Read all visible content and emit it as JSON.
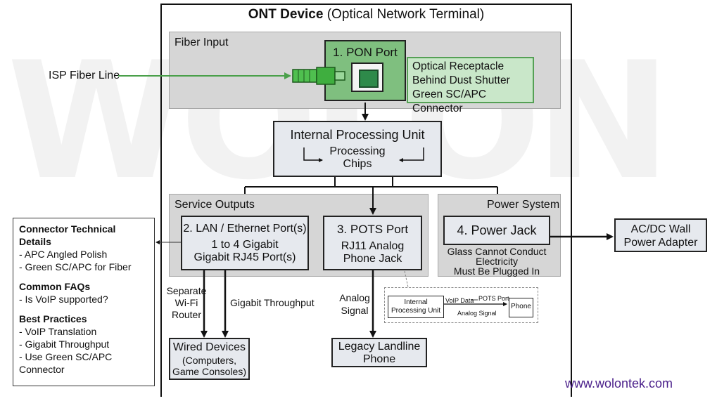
{
  "watermark": "WOLON",
  "title": {
    "bold": "ONT Device",
    "rest": " (Optical Network Terminal)"
  },
  "isp_label": "ISP Fiber Line",
  "fiber_input": {
    "label": "Fiber Input",
    "pon_port": "1. PON Port",
    "notes": [
      "Optical Receptacle",
      "Behind Dust Shutter",
      "Green SC/APC Connector"
    ]
  },
  "processing": {
    "title": "Internal Processing Unit",
    "sub": [
      "Processing",
      "Chips"
    ]
  },
  "service_outputs": {
    "label": "Service Outputs",
    "lan": {
      "title": "2. LAN / Ethernet Port(s)",
      "lines": [
        "1 to 4 Gigabit",
        "Gigabit RJ45 Port(s)"
      ]
    },
    "pots": {
      "title": "3. POTS Port",
      "lines": [
        "RJ11 Analog",
        "Phone Jack"
      ]
    }
  },
  "power_system": {
    "label": "Power System",
    "jack": "4. Power Jack",
    "notes": [
      "Glass Cannot Conduct",
      "Electricity",
      "Must Be Plugged In"
    ]
  },
  "adapter": [
    "AC/DC Wall",
    "Power Adapter"
  ],
  "wifi_label": [
    "Separate",
    "Wi-Fi",
    "Router"
  ],
  "gigabit_label": "Gigabit Throughput",
  "analog_label": [
    "Analog",
    "Signal"
  ],
  "wired_devices": [
    "Wired Devices",
    "(Computers,",
    "Game Consoles)"
  ],
  "landline": [
    "Legacy Landline",
    "Phone"
  ],
  "mini_diagram": {
    "unit": [
      "Internal",
      "Processing Unit"
    ],
    "voip": "VoIP Data",
    "pots": "POTS Port",
    "analog": "Analog Signal",
    "phone": "Phone"
  },
  "left_panel": {
    "sections": [
      {
        "heading": "Connector Technical Details",
        "items": [
          "- APC Angled Polish",
          "- Green SC/APC for Fiber"
        ]
      },
      {
        "heading": "Common FAQs",
        "items": [
          "- Is VoIP supported?"
        ]
      },
      {
        "heading": "Best Practices",
        "items": [
          "- VoIP Translation",
          "- Gigabit Throughput",
          "- Use Green SC/APC Connector"
        ]
      }
    ]
  },
  "website": "www.wolontek.com",
  "colors": {
    "green": "#55a055",
    "website": "#4a1f8a",
    "region": "#d6d6d6"
  }
}
